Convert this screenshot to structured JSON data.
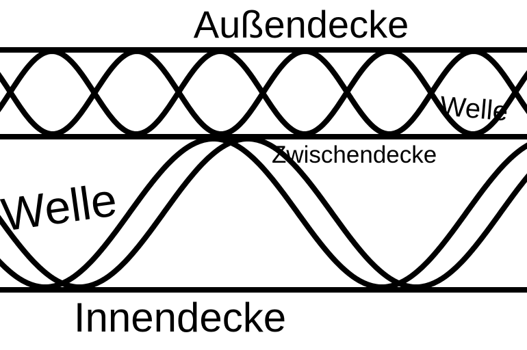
{
  "labels": {
    "outer_liner": "Außendecke",
    "middle_liner": "Zwischendecke",
    "inner_liner": "Innendecke",
    "upper_flute": "Welle",
    "lower_flute": "Welle"
  },
  "colors": {
    "line": "#000000",
    "background": "#ffffff"
  }
}
